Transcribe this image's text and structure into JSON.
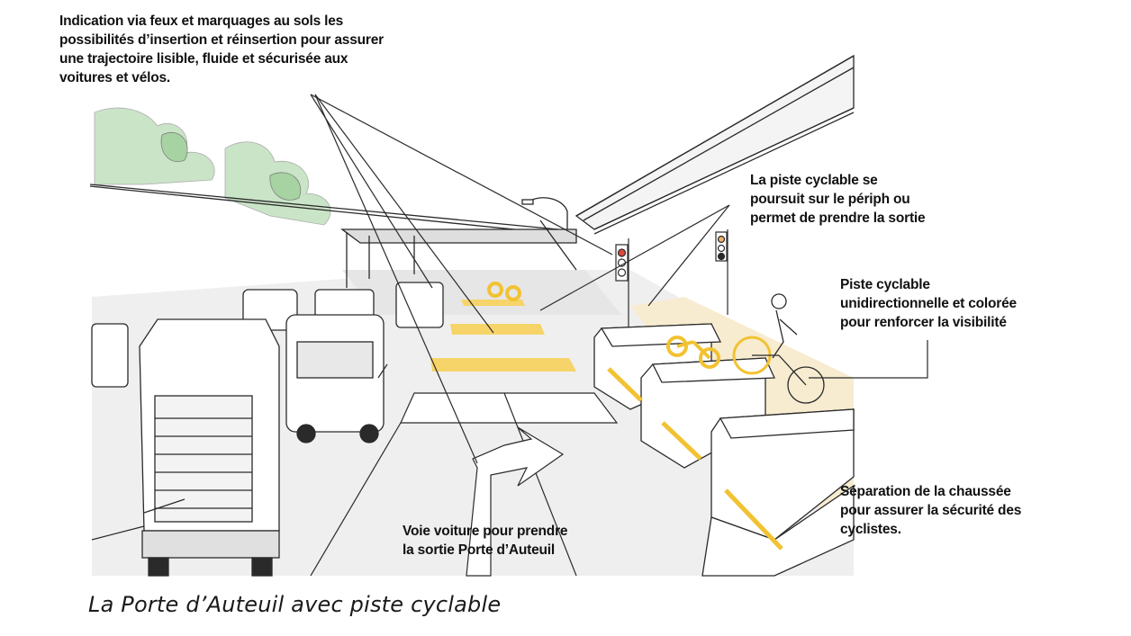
{
  "annotations": {
    "signals": {
      "lines": [
        "Indication via feux et marquages au sols les",
        "possibilités d’insertion et réinsertion pour assurer",
        "une trajectoire lisible, fluide et sécurisée aux",
        "voitures et vélos."
      ]
    },
    "continuation": {
      "lines": [
        "La piste cyclable se",
        "poursuit sur le périph ou",
        "permet de prendre la sortie"
      ]
    },
    "colored_lane": {
      "lines": [
        "Piste cyclable",
        "unidirectionnelle et colorée",
        "pour renforcer la visibilité"
      ]
    },
    "separation": {
      "lines": [
        "Séparation de la chaussée",
        "pour assurer la sécurité des",
        "cyclistes."
      ]
    },
    "car_lane": {
      "lines": [
        "Voie voiture pour prendre",
        "la sortie Porte d’Auteuil"
      ]
    }
  },
  "caption": "La Porte d’Auteuil avec piste cyclable",
  "colors": {
    "road": "#efefef",
    "bike_lane": "#f7ecd0",
    "marking_yellow": "#f6d46a",
    "foliage": "#9fcf9a",
    "line": "#2a2a2a"
  }
}
